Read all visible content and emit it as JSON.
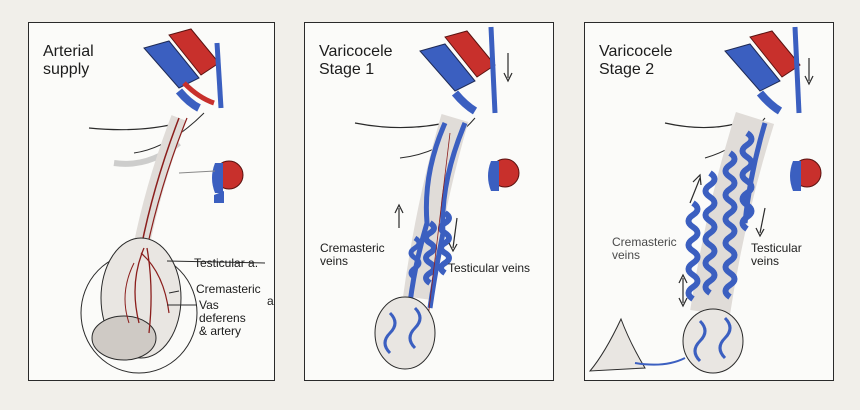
{
  "panels": [
    {
      "title": "Arterial\nsupply",
      "labels": {
        "testicular_artery": "Testicular a.",
        "cremasteric": "Cremasteric",
        "cremasteric_abbr": "a",
        "vas": "Vas\ndeferens\n& artery"
      }
    },
    {
      "title": "Varicocele\nStage 1",
      "labels": {
        "cremasteric_veins": "Cremasteric\nveins",
        "testicular_veins": "Testicular veins"
      }
    },
    {
      "title": "Varicocele\nStage 2",
      "labels": {
        "cremasteric_veins": "Cremasteric\nveins",
        "testicular_veins": "Testicular\nveins"
      }
    }
  ],
  "colors": {
    "vein": "#3b5fc0",
    "artery": "#c8302c",
    "outline": "#2a2a2a",
    "tissue": "#e9e6e2"
  }
}
